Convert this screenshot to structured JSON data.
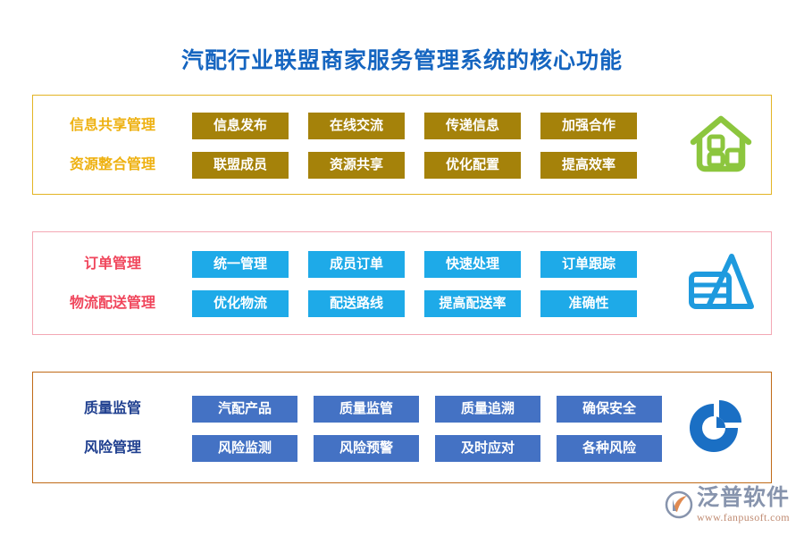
{
  "title": "汽配行业联盟商家服务管理系统的核心功能",
  "colors": {
    "title": "#1565c0",
    "section1_border": "#e3b424",
    "section1_label": "#eeb111",
    "section1_tag": "#a5820a",
    "section1_icon": "#8cc63e",
    "section2_border": "#f3a8b4",
    "section2_label": "#f0465c",
    "section2_tag": "#1eaae8",
    "section2_icon": "#1e9ade",
    "section3_border": "#c06a16",
    "section3_label": "#1f3f8f",
    "section3_tag": "#4472c4",
    "section3_icon": "#1a6fc4"
  },
  "sections": [
    {
      "icon": "home-icon",
      "rows": [
        {
          "label": "信息共享管理",
          "tags": [
            "信息发布",
            "在线交流",
            "传递信息",
            "加强合作"
          ]
        },
        {
          "label": "资源整合管理",
          "tags": [
            "联盟成员",
            "资源共享",
            "优化配置",
            "提高效率"
          ]
        }
      ]
    },
    {
      "icon": "chart-triangle-icon",
      "rows": [
        {
          "label": "订单管理",
          "tags": [
            "统一管理",
            "成员订单",
            "快速处理",
            "订单跟踪"
          ]
        },
        {
          "label": "物流配送管理",
          "tags": [
            "优化物流",
            "配送路线",
            "提高配送率",
            "准确性"
          ]
        }
      ]
    },
    {
      "icon": "pie-chart-icon",
      "rows": [
        {
          "label": "质量监管",
          "tags": [
            "汽配产品",
            "质量监管",
            "质量追溯",
            "确保安全"
          ]
        },
        {
          "label": "风险管理",
          "tags": [
            "风险监测",
            "风险预警",
            "及时应对",
            "各种风险"
          ]
        }
      ]
    }
  ],
  "logo": {
    "name": "泛普软件",
    "url": "www.fanpusoft.com"
  }
}
